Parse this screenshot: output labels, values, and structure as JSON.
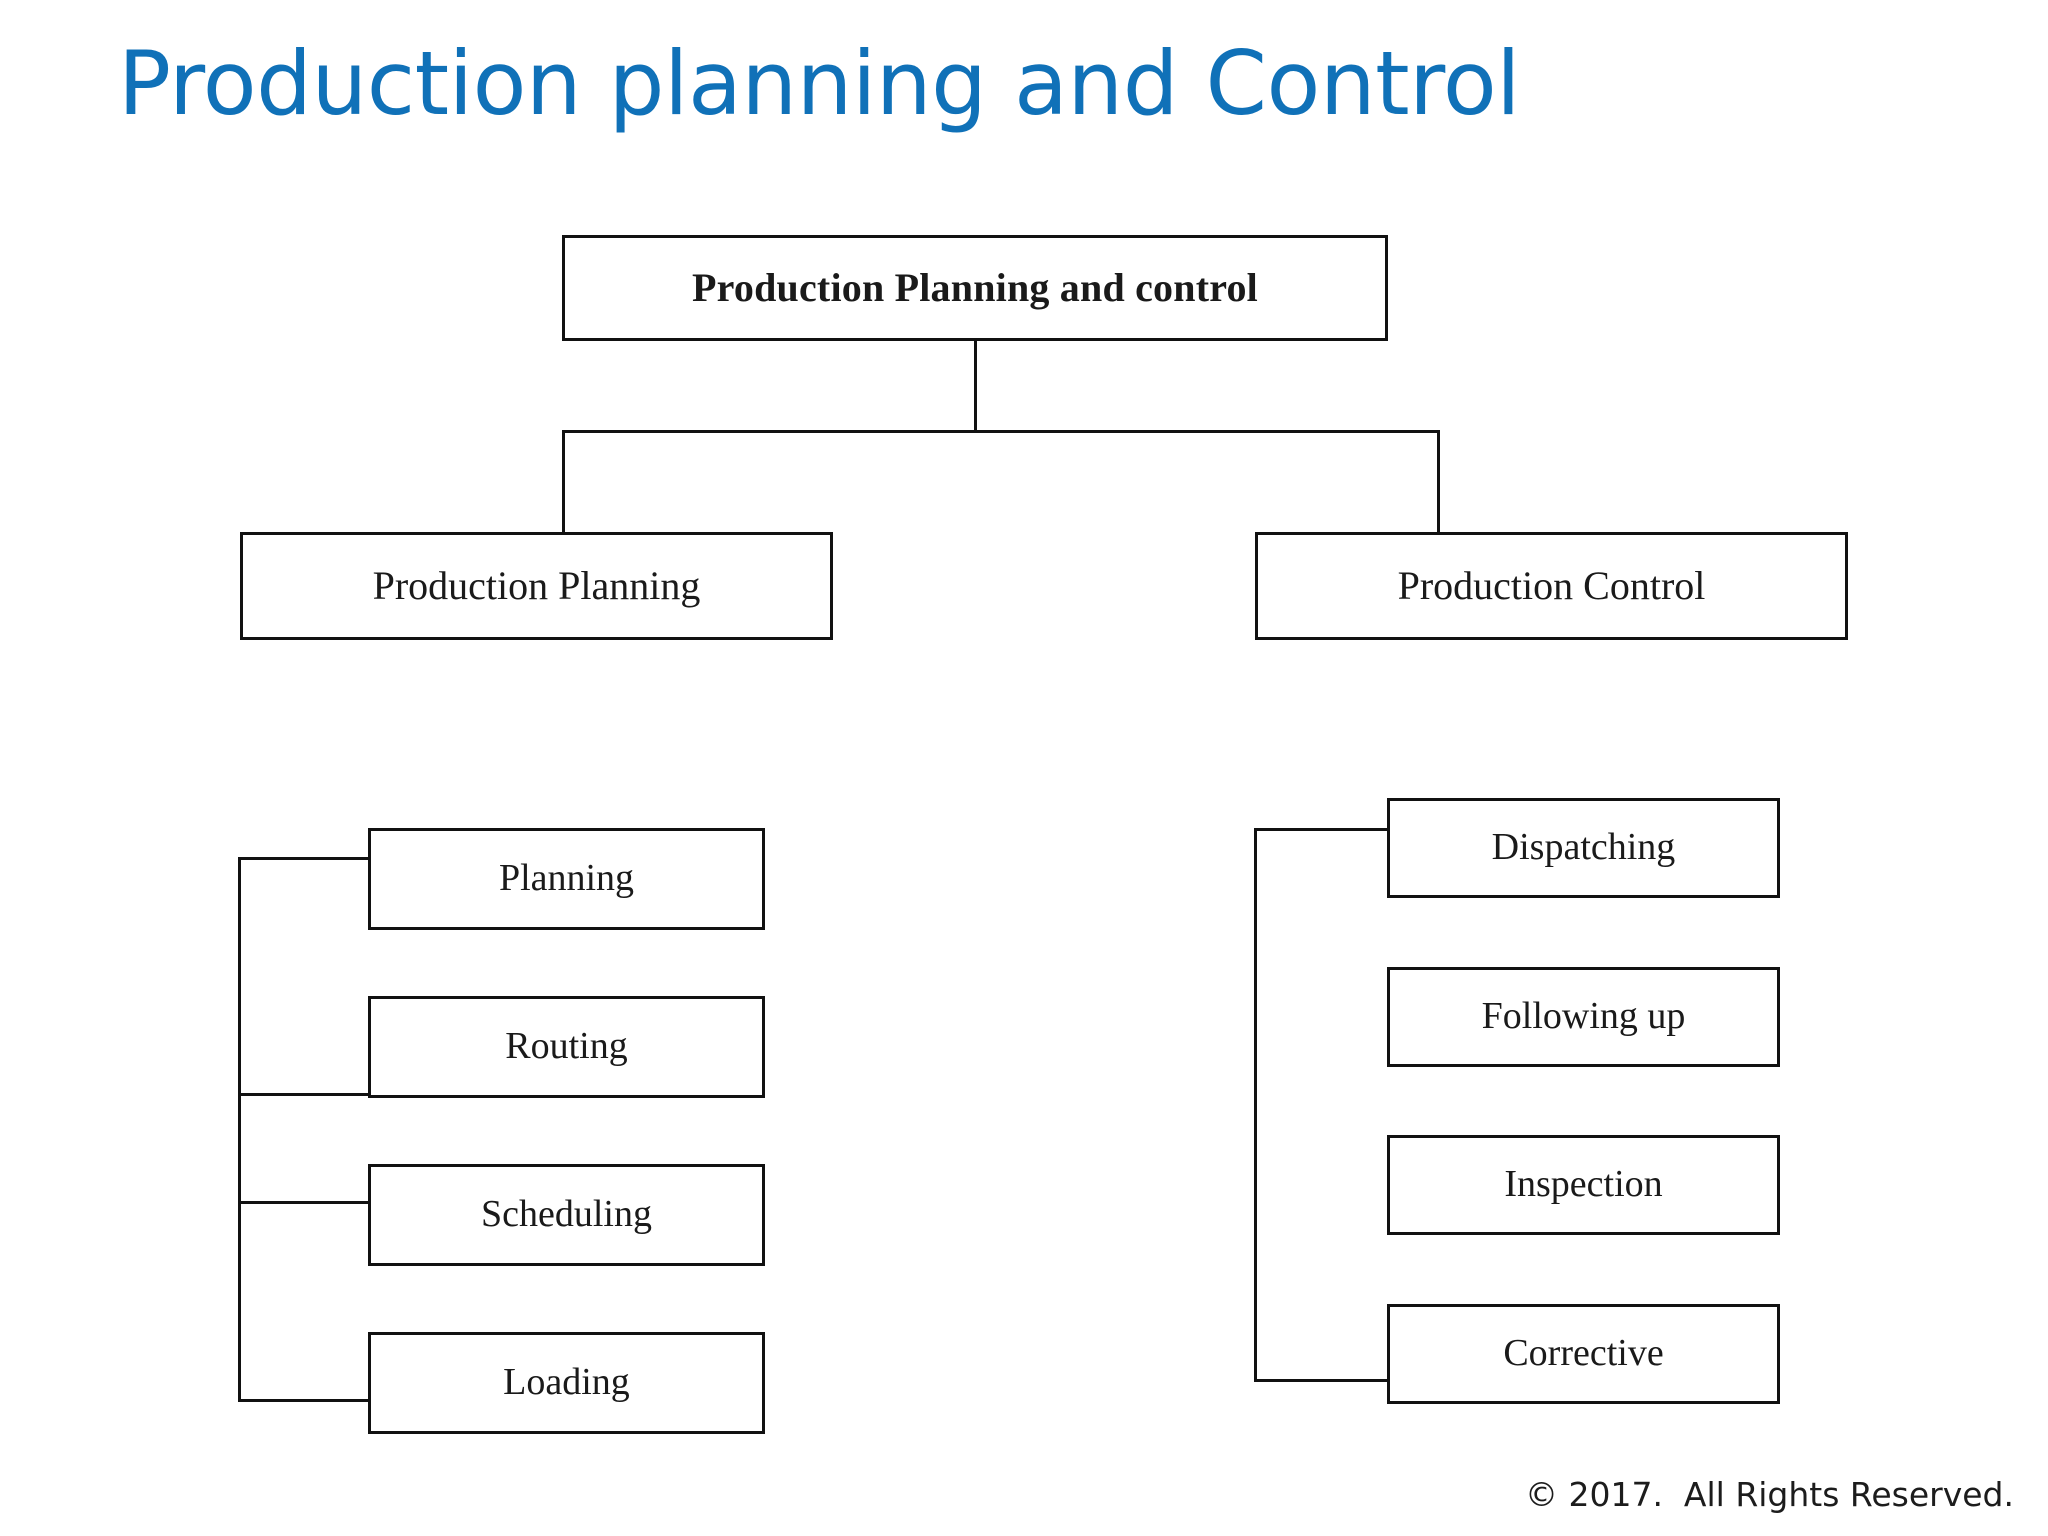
{
  "slide": {
    "title": "Production planning and Control",
    "title_color": "#1071b8",
    "background_color": "#ffffff",
    "line_color": "#111111"
  },
  "diagram": {
    "type": "org-chart",
    "root": {
      "label": "Production Planning and control"
    },
    "branches": [
      {
        "label": "Production Planning",
        "children": [
          {
            "label": "Planning"
          },
          {
            "label": "Routing"
          },
          {
            "label": "Scheduling"
          },
          {
            "label": "Loading"
          }
        ]
      },
      {
        "label": "Production Control",
        "children": [
          {
            "label": "Dispatching"
          },
          {
            "label": "Following up"
          },
          {
            "label": "Inspection"
          },
          {
            "label": "Corrective"
          }
        ]
      }
    ]
  },
  "footer": {
    "copyright": "© 2017.  All Rights Reserved."
  }
}
